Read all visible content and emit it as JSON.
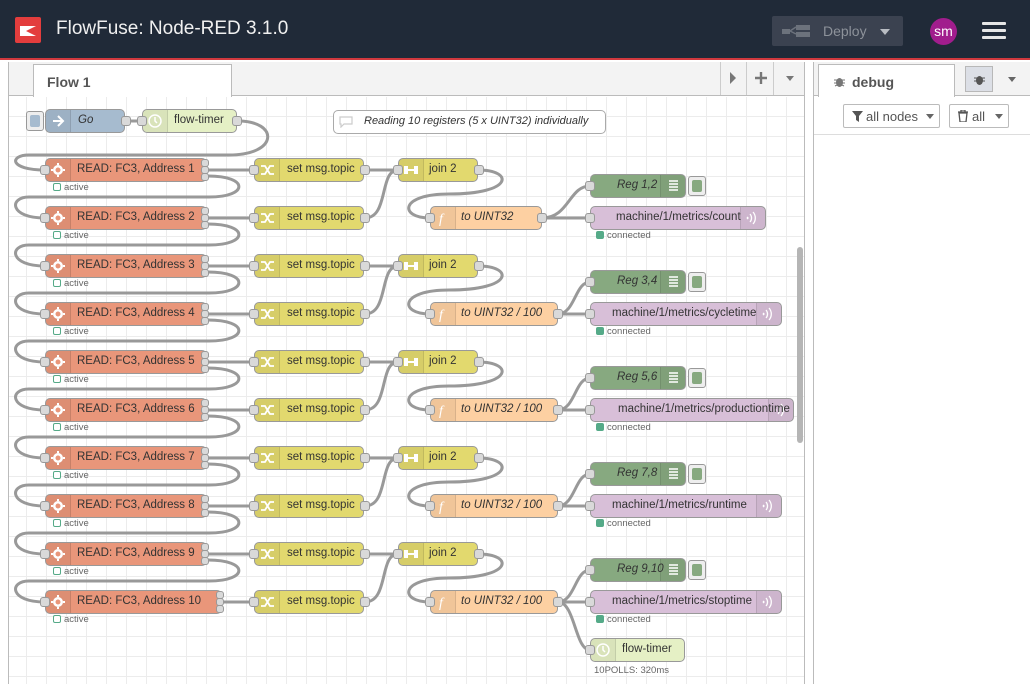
{
  "app": {
    "title": "FlowFuse: Node-RED 3.1.0"
  },
  "header": {
    "deploy_label": "Deploy",
    "avatar_initials": "sm",
    "brand_color": "#d0393e"
  },
  "workspace": {
    "tab_label": "Flow 1",
    "comment": "Reading 10 registers (5 x UINT32) individually",
    "inject": {
      "label": "Go"
    },
    "timer_start": {
      "label": "flow-timer"
    },
    "timer_end": {
      "label": "flow-timer",
      "status": "10POLLS: 320ms"
    },
    "modbus_status": "active",
    "mqtt_status": "connected",
    "reads": [
      {
        "label": "READ: FC3, Address 1"
      },
      {
        "label": "READ: FC3, Address 2"
      },
      {
        "label": "READ: FC3, Address 3"
      },
      {
        "label": "READ: FC3, Address 4"
      },
      {
        "label": "READ: FC3, Address 5"
      },
      {
        "label": "READ: FC3, Address 6"
      },
      {
        "label": "READ: FC3, Address 7"
      },
      {
        "label": "READ: FC3, Address 8"
      },
      {
        "label": "READ: FC3, Address 9"
      },
      {
        "label": "READ: FC3, Address 10"
      }
    ],
    "set_topic_label": "set msg.topic",
    "join_label": "join 2",
    "groups": [
      {
        "function": "to UINT32",
        "debug": "Reg 1,2",
        "mqtt": "machine/1/metrics/count"
      },
      {
        "function": "to UINT32 / 100",
        "debug": "Reg 3,4",
        "mqtt": "machine/1/metrics/cycletime"
      },
      {
        "function": "to UINT32 / 100",
        "debug": "Reg 5,6",
        "mqtt": "machine/1/metrics/productiontime"
      },
      {
        "function": "to UINT32 / 100",
        "debug": "Reg 7,8",
        "mqtt": "machine/1/metrics/runtime"
      },
      {
        "function": "to UINT32 / 100",
        "debug": "Reg 9,10",
        "mqtt": "machine/1/metrics/stoptime"
      }
    ]
  },
  "sidebar": {
    "tab_label": "debug",
    "filter_nodes_label": "all nodes",
    "filter_clear_label": "all"
  }
}
